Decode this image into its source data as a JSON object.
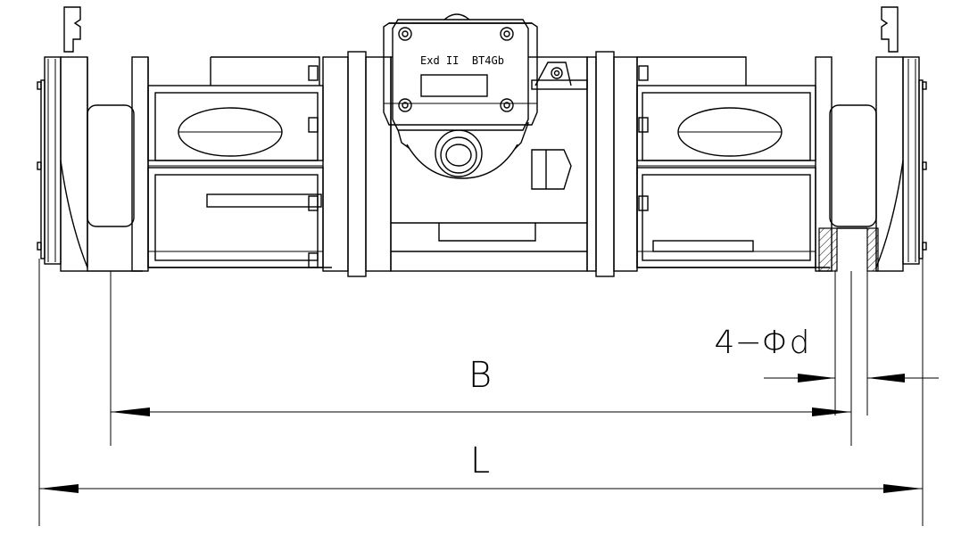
{
  "nameplate": {
    "text": "Exd II  BT4Gb"
  },
  "dimensions": {
    "overall_length": "L",
    "bolt_spacing": "B",
    "bolt_holes": "4−Φd"
  }
}
